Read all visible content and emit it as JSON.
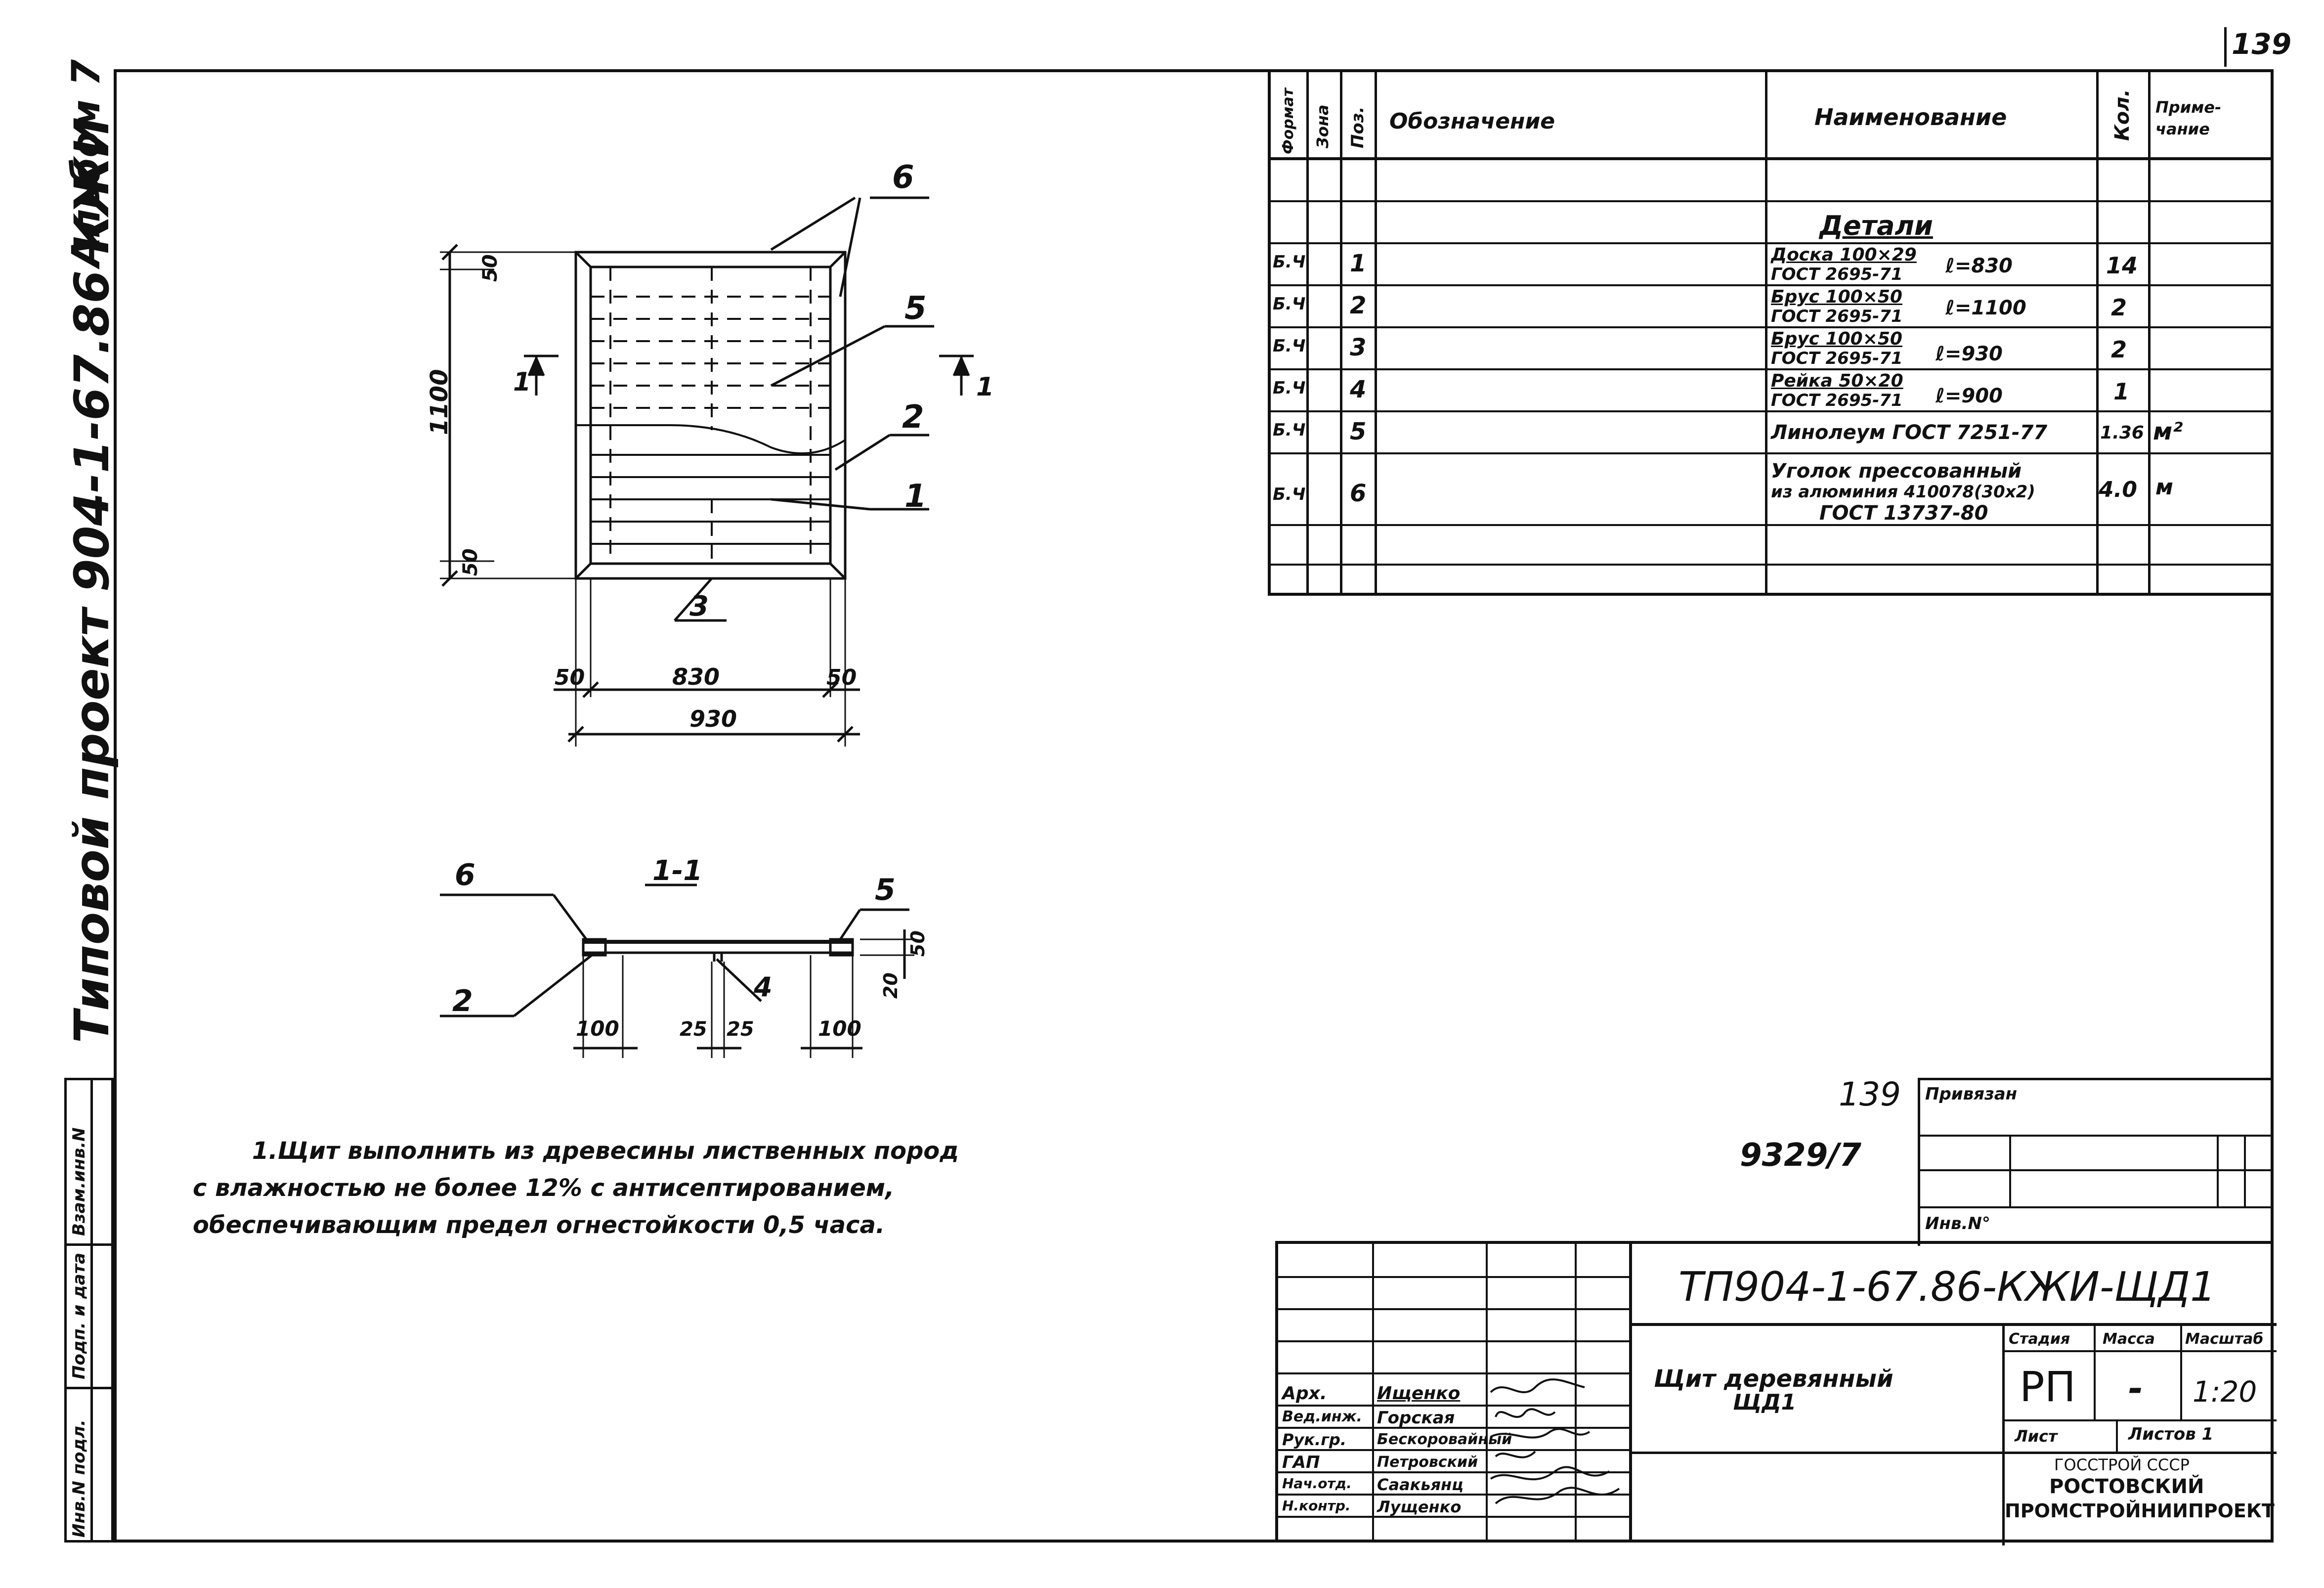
{
  "sheet": {
    "page_number": "139",
    "margin_album": "Альбом 7",
    "margin_project": "Типовой проект 904-1-67.86 КЖИ",
    "margin_boxes": [
      "Инв.N подл.",
      "Подп. и дата",
      "Взам.инв.N"
    ]
  },
  "drawing": {
    "plan": {
      "dim_overall_height": "1100",
      "dim_top_edge": "50",
      "dim_bottom_edge": "50",
      "dim_bottom_left": "50",
      "dim_bottom_mid": "830",
      "dim_bottom_right": "50",
      "dim_bottom_total": "930",
      "cut_mark_left": "1",
      "cut_mark_right": "1",
      "callouts": [
        "6",
        "5",
        "2",
        "1",
        "3"
      ]
    },
    "section": {
      "title": "1-1",
      "callouts": [
        "6",
        "5",
        "2",
        "4"
      ],
      "dims_bottom": [
        "100",
        "25",
        "25",
        "100"
      ],
      "dims_right": [
        "50",
        "20"
      ]
    }
  },
  "spec_table": {
    "headers": {
      "format": "Формат",
      "zone": "Зона",
      "pos": "Поз.",
      "designation": "Обозначение",
      "name": "Наименование",
      "qty": "Кол.",
      "note": "Приме-чание"
    },
    "section_title": "Детали",
    "rows": [
      {
        "format": "Б.Ч",
        "pos": "1",
        "name_top": "Доска 100×29",
        "name_bottom": "ГОСТ 2695-71",
        "length": "ℓ=830",
        "qty": "14",
        "note": ""
      },
      {
        "format": "Б.Ч",
        "pos": "2",
        "name_top": "Брус 100×50",
        "name_bottom": "ГОСТ 2695-71",
        "length": "ℓ=1100",
        "qty": "2",
        "note": ""
      },
      {
        "format": "Б.Ч",
        "pos": "3",
        "name_top": "Брус 100×50",
        "name_bottom": "ГОСТ 2695-71",
        "length": "ℓ=930",
        "qty": "2",
        "note": ""
      },
      {
        "format": "Б.Ч",
        "pos": "4",
        "name_top": "Рейка 50×20",
        "name_bottom": "ГОСТ 2695-71",
        "length": "ℓ=900",
        "qty": "1",
        "note": ""
      },
      {
        "format": "Б.Ч",
        "pos": "5",
        "name_top": "Линолеум ГОСТ 7251-77",
        "name_bottom": "",
        "length": "",
        "qty": "1.36",
        "note": "м²"
      },
      {
        "format": "Б.Ч",
        "pos": "6",
        "name_top": "Уголок прессованный",
        "name_mid": "из алюминия 410078(30х2)",
        "name_bottom": "ГОСТ 13737-80",
        "length": "",
        "qty": "4.0",
        "note": "м"
      }
    ]
  },
  "note_text": {
    "line1": "1.Щит   выполнить из древесины лиственных пород",
    "line2": "с влажностью не более 12% с антисептированием,",
    "line3": "обеспечивающим предел огнестойкости 0,5 часа."
  },
  "stamp_small": {
    "num1": "139",
    "num2": "9329/7",
    "privyazan": "Привязан",
    "inv": "Инв.N°"
  },
  "title_block": {
    "code": "ТП904-1-67.86-КЖИ-ЩД1",
    "title_line1": "Щит деревянный",
    "title_line2": "ЩД1",
    "stage_label": "Стадия",
    "mass_label": "Масса",
    "scale_label": "Масштаб",
    "stage_value": "РП",
    "mass_value": "-",
    "scale_value": "1:20",
    "sheet_label": "Лист",
    "sheets_label": "Листов 1",
    "org_line1": "ГОССТРОЙ СССР",
    "org_line2": "РОСТОВСКИЙ",
    "org_line3": "ПРОМСТРОЙНИИПРОЕКТ",
    "signers": [
      {
        "role": "Арх.",
        "name": "Ищенко"
      },
      {
        "role": "Вед.инж.",
        "name": "Горская"
      },
      {
        "role": "Рук.гр.",
        "name": "Бескоровайный"
      },
      {
        "role": "ГАП",
        "name": "Петровский"
      },
      {
        "role": "Нач.отд.",
        "name": "Саакьянц"
      },
      {
        "role": "Н.контр.",
        "name": "Лущенко"
      }
    ]
  }
}
